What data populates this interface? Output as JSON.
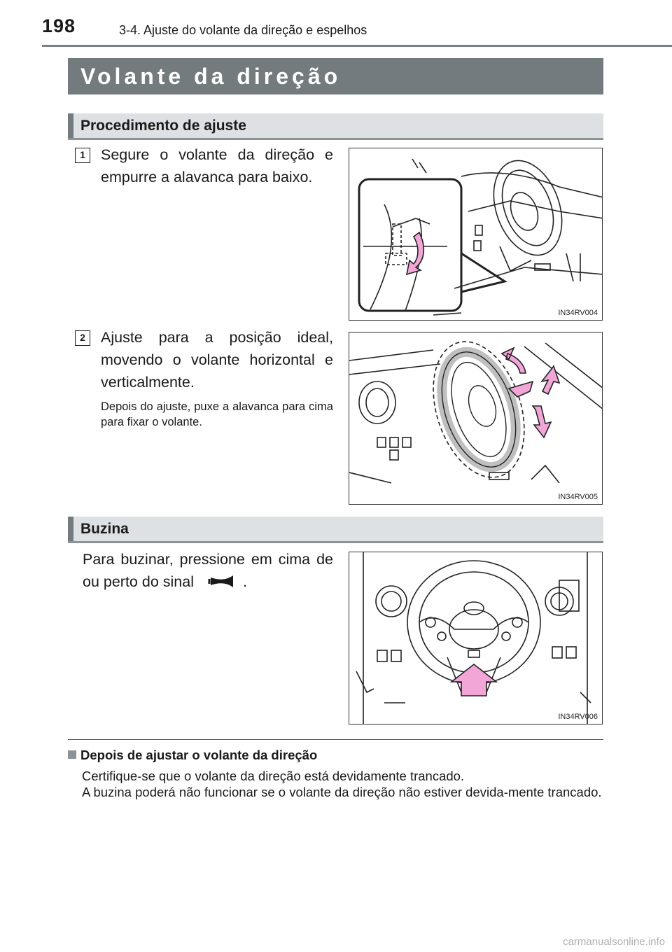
{
  "header": {
    "page_number": "198",
    "running_title": "3-4. Ajuste do volante da direção e espelhos"
  },
  "title": "Volante da direção",
  "sections": {
    "procedure": {
      "heading": "Procedimento de ajuste",
      "steps": [
        {
          "number": "1",
          "text": "Segure o volante da direção e empurre a alavanca para baixo.",
          "figure_code": "IN34RV004"
        },
        {
          "number": "2",
          "text": "Ajuste para a posição ideal, movendo o volante horizontal e verticalmente.",
          "note": "Depois do ajuste, puxe a alavanca para cima para fixar o volante.",
          "figure_code": "IN34RV005"
        }
      ]
    },
    "horn": {
      "heading": "Buzina",
      "text_before": "Para buzinar, pressione em cima de ou perto do sinal",
      "text_after": ".",
      "horn_icon": "horn-icon",
      "figure_code": "IN34RV006"
    }
  },
  "note": {
    "title": "Depois de ajustar o volante da direção",
    "line1": "Certifique-se que o volante da direção está devidamente trancado.",
    "line2": "A buzina poderá não funcionar se o volante da direção não estiver devida-mente trancado."
  },
  "watermark": "carmanualsonline.info",
  "colors": {
    "title_bar": "#737b7e",
    "section_bar": "#dde1e3",
    "arrow_pink": "#f2a6d8"
  }
}
